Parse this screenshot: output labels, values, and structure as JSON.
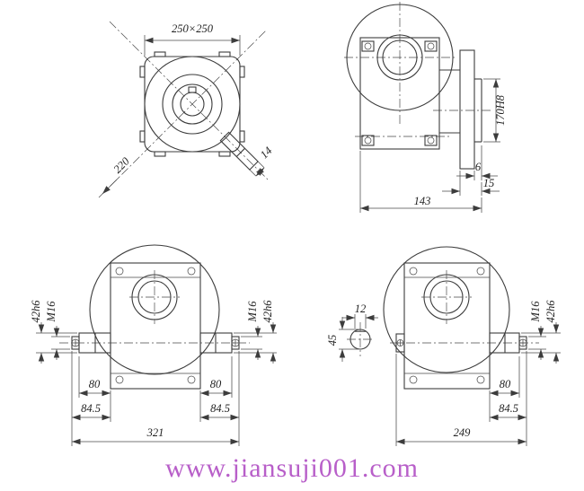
{
  "views": {
    "top": {
      "flange_size": "250×250",
      "diagonal": "220",
      "shaft_width": "14"
    },
    "side": {
      "spigot_dia": "170H8",
      "boss_thickness": "6",
      "flange_offset": "15",
      "length": "143"
    },
    "front_double": {
      "left_dia": "42h6",
      "left_thread": "M16",
      "right_thread": "M16",
      "right_dia": "42h6",
      "left_shaft_len": "80",
      "right_shaft_len": "80",
      "left_shaft_total": "84.5",
      "right_shaft_total": "84.5",
      "overall_width": "321"
    },
    "front_single": {
      "key_width": "12",
      "shaft_dia": "45",
      "thread": "M16",
      "out_dia": "42h6",
      "shaft_len": "80",
      "shaft_total": "84.5",
      "overall_width": "249"
    }
  },
  "watermark": {
    "text": "www.jiansuji001.com",
    "color": "#b85fc9"
  }
}
